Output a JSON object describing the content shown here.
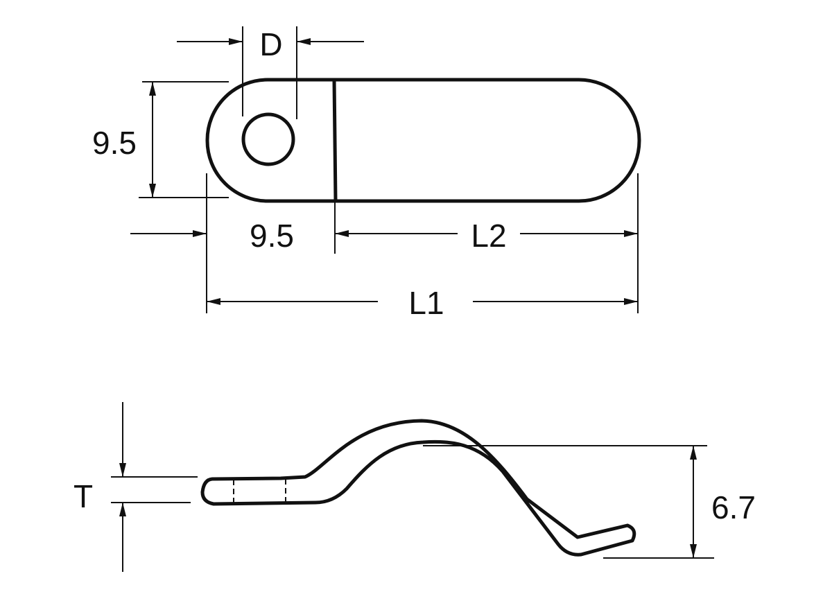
{
  "top_view": {
    "dim_d": "D",
    "dim_width": "9.5",
    "dim_end": "9.5",
    "dim_l2": "L2",
    "dim_l1": "L1"
  },
  "side_view": {
    "dim_t": "T",
    "dim_height": "6.7"
  },
  "colors": {
    "line": "#111111",
    "background": "#ffffff"
  }
}
